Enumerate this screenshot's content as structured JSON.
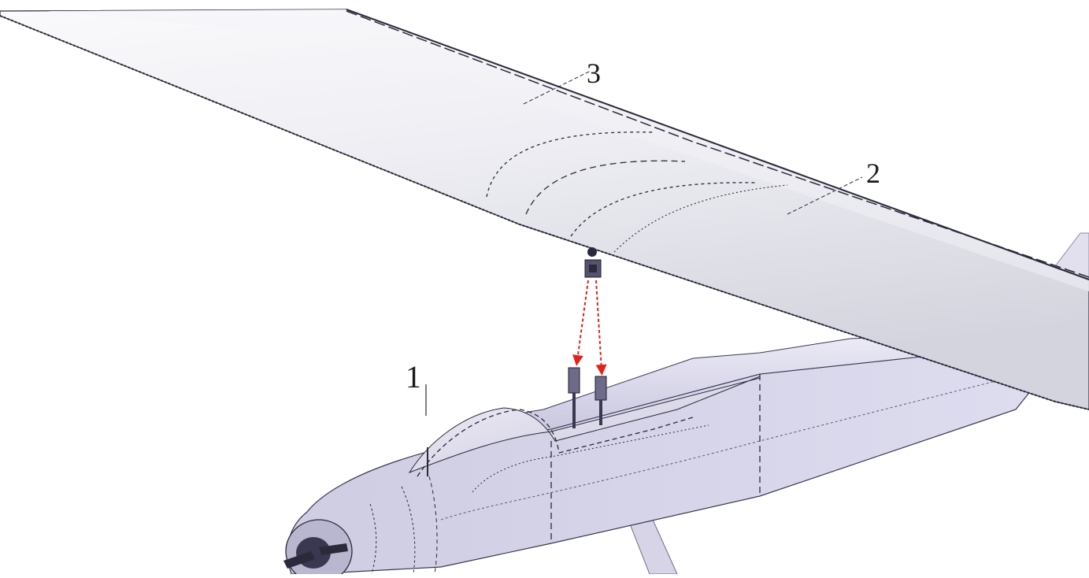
{
  "callouts": [
    {
      "id": "1",
      "label": "1"
    },
    {
      "id": "2",
      "label": "2"
    },
    {
      "id": "3",
      "label": "3"
    }
  ],
  "colors": {
    "wing_light": "#f4f4f8",
    "wing_mid": "#dcdce6",
    "wing_dark": "#c8c8d4",
    "fuselage_light": "#e6e4f2",
    "fuselage_mid": "#cfcde3",
    "fuselage_dark": "#b7b4cf",
    "outline": "#2a2a3a",
    "arrow": "#e0241c"
  }
}
